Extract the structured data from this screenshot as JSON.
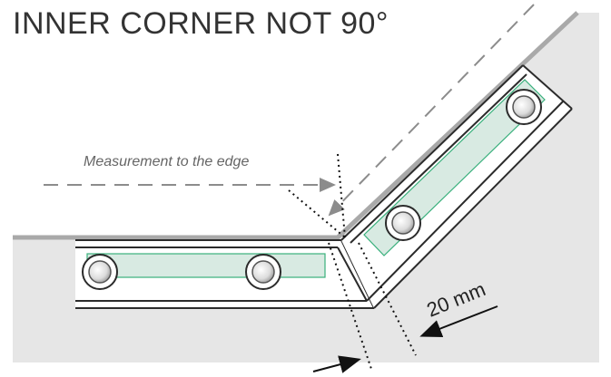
{
  "title": "INNER CORNER NOT 90°",
  "annotations": {
    "measurement_label": "Measurement to the edge",
    "dimension_label": "20 mm"
  },
  "colors": {
    "wall": "#e6e6e6",
    "wall_edge": "#a9a9a9",
    "bracket_outline": "#2b2b2b",
    "slot_fill": "#d4e8df",
    "slot_stroke": "#39b07c",
    "dashed_line": "#8c8c8c",
    "text": "#333333"
  }
}
